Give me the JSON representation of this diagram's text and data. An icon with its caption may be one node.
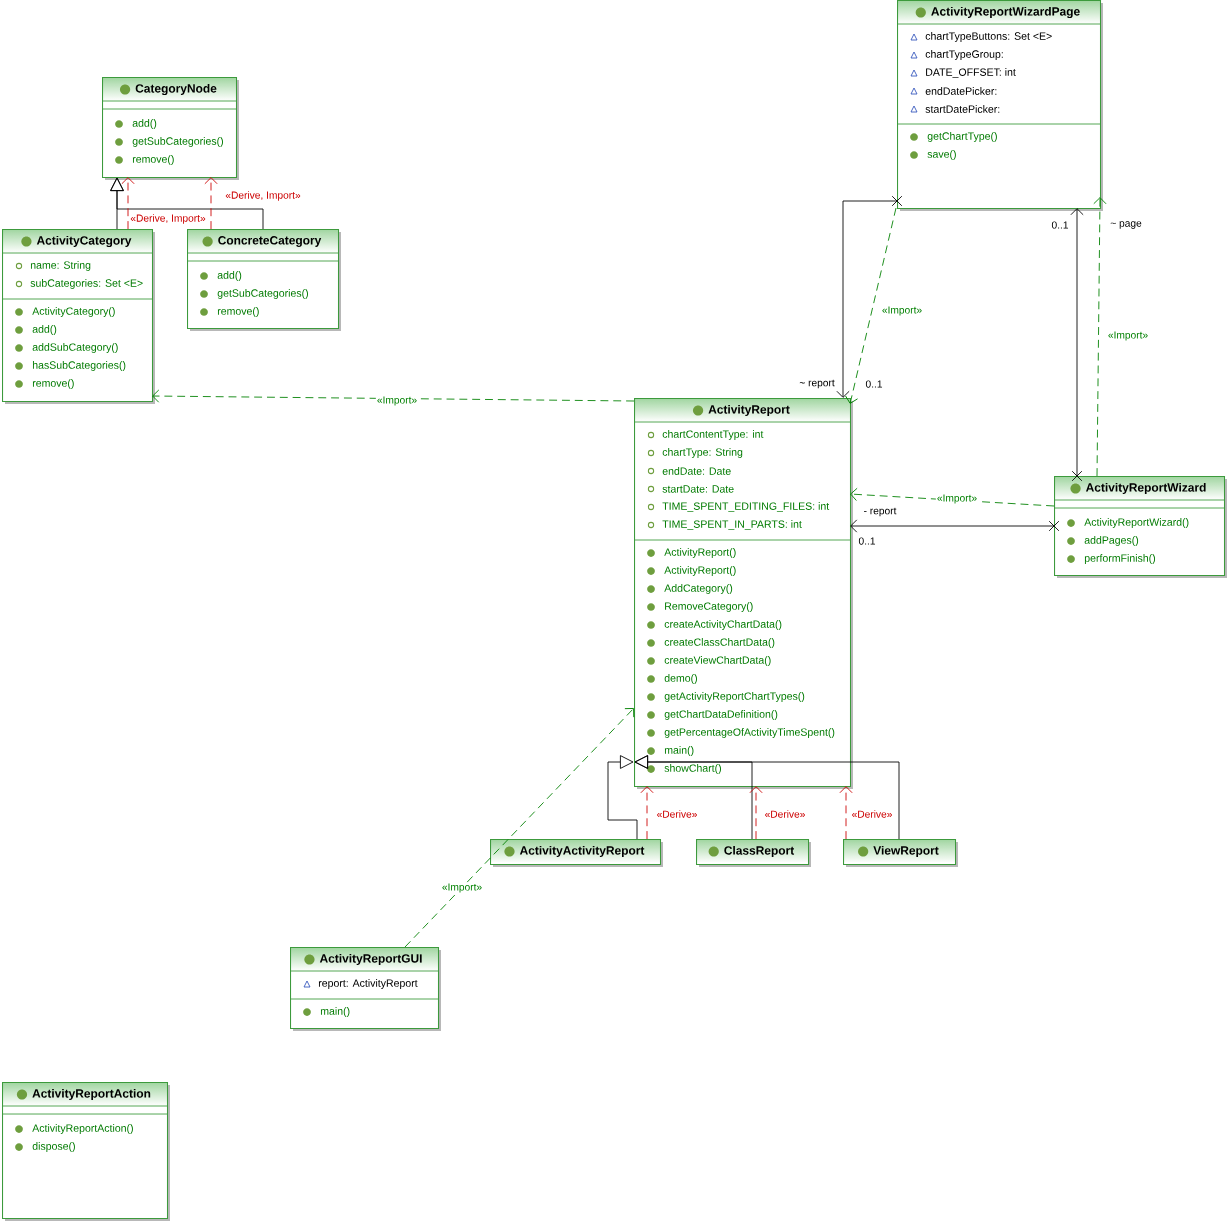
{
  "diagram": {
    "nodes": [
      {
        "text": [
          "CategoryNode",
          "add()",
          "getSubCategories()",
          "remove()"
        ]
      },
      {
        "text": [
          "ActivityCategory",
          "name: String",
          "subCategories: Set <E>",
          "ActivityCategory()",
          "add()",
          "addSubCategory()",
          "hasSubCategories()",
          "remove()"
        ]
      },
      {
        "text": [
          "ConcreteCategory",
          "add()",
          "getSubCategories()",
          "remove()"
        ]
      },
      {
        "text": [
          "ActivityReportWizardPage",
          "chartTypeButtons: Set <E>",
          "chartTypeGroup:",
          "DATE_OFFSET: int",
          "endDatePicker:",
          "startDatePicker:",
          "getChartType()",
          "save()"
        ]
      },
      {
        "text": [
          "ActivityReport",
          "chartContentType: int",
          "chartType: String",
          "endDate: Date",
          "startDate: Date",
          "TIME_SPENT_EDITING_FILES: int",
          "TIME_SPENT_IN_PARTS: int",
          "ActivityReport()",
          "ActivityReport()",
          "AddCategory()",
          "RemoveCategory()",
          "createActivityChartData()",
          "createClassChartData()",
          "createViewChartData()",
          "demo()",
          "getActivityReportChartTypes()",
          "getChartDataDefinition()",
          "getPercentageOfActivityTimeSpent()",
          "main()",
          "showChart()"
        ]
      },
      {
        "text": [
          "ActivityReportWizard",
          "ActivityReportWizard()",
          "addPages()",
          "performFinish()"
        ]
      },
      {
        "text": [
          "ActivityActivityReport"
        ]
      },
      {
        "text": [
          "ClassReport"
        ]
      },
      {
        "text": [
          "ViewReport"
        ]
      },
      {
        "text": [
          "ActivityReportGUI",
          "report: ActivityReport",
          "main()"
        ]
      },
      {
        "text": [
          "ActivityReportAction",
          "ActivityReportAction()",
          "dispose()"
        ]
      }
    ],
    "edges": [
      {
        "from": 1,
        "to": 0,
        "arrow": "to"
      },
      {
        "from": 2,
        "to": 0,
        "arrow": "to"
      },
      {
        "from": 1,
        "to": 0,
        "arrow": "to",
        "label": "«Derive, Import»",
        "style": "dashed",
        "color": "#cc0000"
      },
      {
        "from": 2,
        "to": 0,
        "arrow": "to",
        "label": "«Derive, Import»",
        "style": "dashed",
        "color": "#cc0000"
      },
      {
        "from": 4,
        "to": 1,
        "arrow": "to",
        "label": "«Import»",
        "style": "dashed",
        "color": "#008000"
      },
      {
        "from": 3,
        "to": 4,
        "arrow": "to"
      },
      {
        "from": 3,
        "to": 4,
        "arrow": "to",
        "label": "«Import»",
        "style": "dashed",
        "color": "#008000"
      },
      {
        "from": 5,
        "to": 3,
        "arrow": "to"
      },
      {
        "from": 5,
        "to": 3,
        "arrow": "to",
        "label": "«Import»",
        "style": "dashed",
        "color": "#008000"
      },
      {
        "from": 5,
        "to": 4,
        "arrow": "to",
        "label": "«Import»",
        "style": "dashed",
        "color": "#008000"
      },
      {
        "from": 5,
        "to": 4,
        "arrow": "to"
      },
      {
        "from": 6,
        "to": 4,
        "arrow": "to"
      },
      {
        "from": 7,
        "to": 4,
        "arrow": "to"
      },
      {
        "from": 8,
        "to": 4,
        "arrow": "to"
      },
      {
        "from": 6,
        "to": 4,
        "arrow": "to",
        "label": "«Derive»",
        "style": "dashed",
        "color": "#cc0000"
      },
      {
        "from": 7,
        "to": 4,
        "arrow": "to",
        "label": "«Derive»",
        "style": "dashed",
        "color": "#cc0000"
      },
      {
        "from": 8,
        "to": 4,
        "arrow": "to",
        "label": "«Derive»",
        "style": "dashed",
        "color": "#cc0000"
      },
      {
        "from": 9,
        "to": 4,
        "arrow": "to",
        "label": "«Import»",
        "style": "dashed",
        "color": "#008000"
      }
    ],
    "labels": [
      "0..1",
      "~ page",
      "~ report",
      "0..1",
      "- report",
      "0..1"
    ]
  }
}
